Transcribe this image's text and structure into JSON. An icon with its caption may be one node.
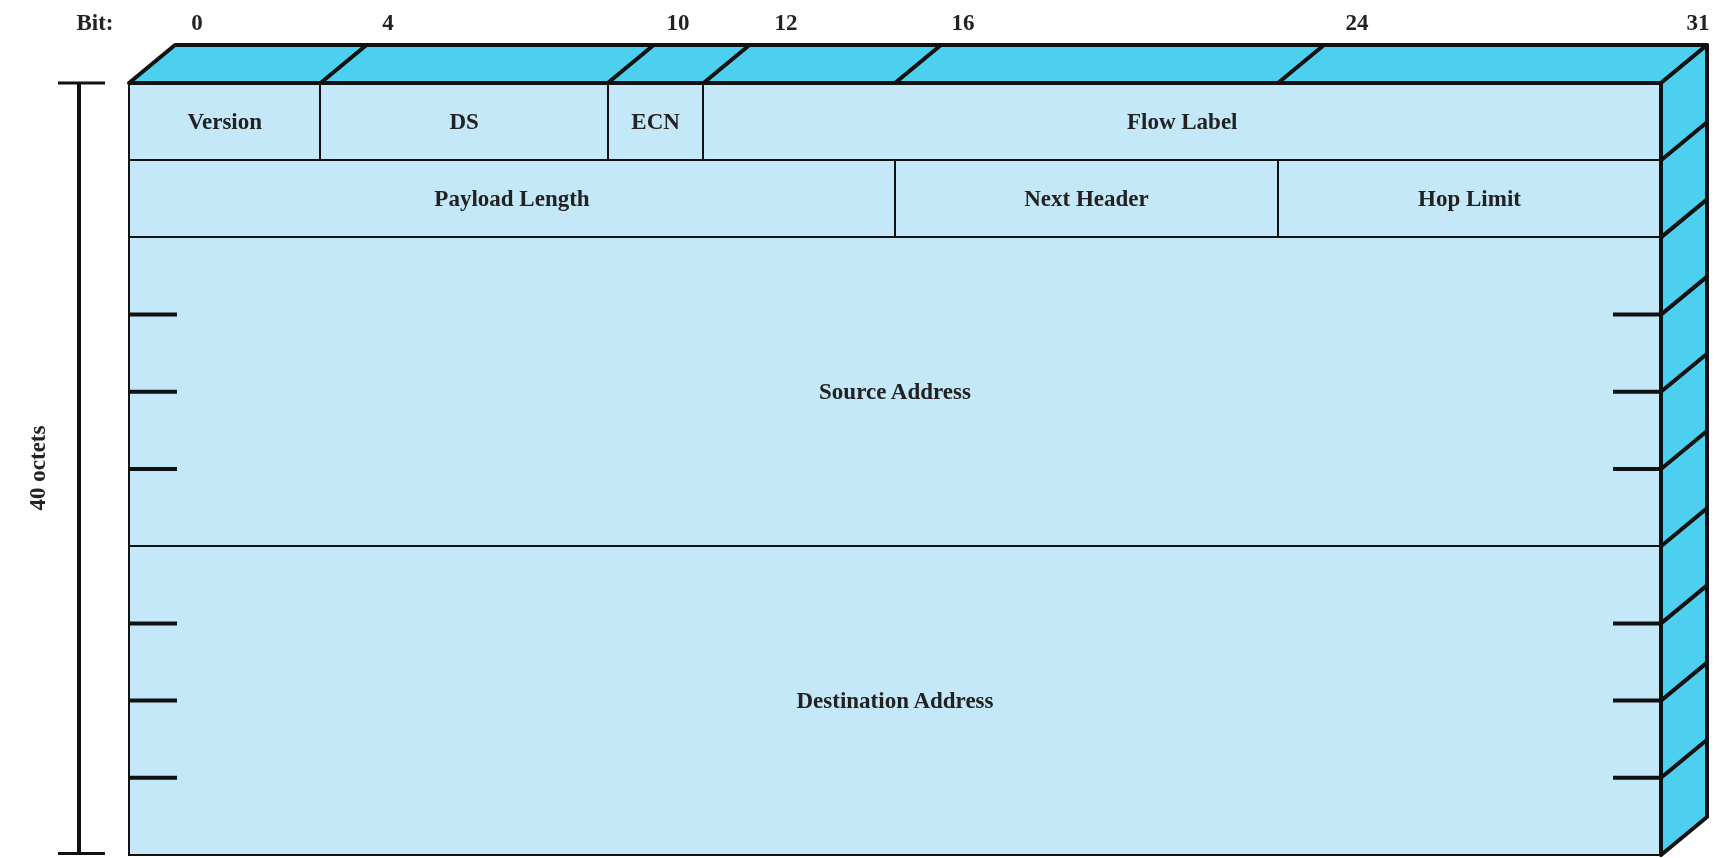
{
  "diagram": {
    "nodes": [
      {
        "text": [
          "Version"
        ]
      },
      {
        "text": [
          "DS"
        ]
      },
      {
        "text": [
          "ECN"
        ]
      },
      {
        "text": [
          "Flow Label"
        ]
      },
      {
        "text": [
          "Payload Length"
        ]
      },
      {
        "text": [
          "Next Header"
        ]
      },
      {
        "text": [
          "Hop Limit"
        ]
      },
      {
        "text": [
          "Source Address"
        ]
      },
      {
        "text": [
          "Destination Address"
        ]
      }
    ],
    "edges": [],
    "labels": [
      "Bit:",
      "0",
      "4",
      "10",
      "12",
      "16",
      "24",
      "31",
      "40 octets"
    ]
  }
}
